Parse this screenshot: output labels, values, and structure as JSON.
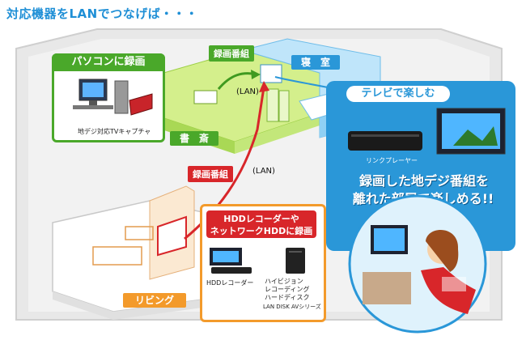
{
  "title": "対応機器をLANでつなげば・・・",
  "pc_box": {
    "heading": "パソコンに録画",
    "caption": "地デジ対応TVキャプチャ"
  },
  "study": {
    "label": "書　斎"
  },
  "bedroom": {
    "label": "寝　室"
  },
  "recording_tag_top": "録画番組",
  "recording_tag_mid": "録画番組",
  "lan_top": "(LAN)",
  "lan_mid": "(LAN)",
  "tv_box": {
    "heading": "テレビで楽しむ",
    "device": "リンクプレーヤー",
    "headline_line1": "録画した地デジ番組を",
    "headline_line2": "離れた部屋で楽しめる!!"
  },
  "hdd_box": {
    "heading_line1": "HDDレコーダーや",
    "heading_line2": "ネットワークHDDに録画",
    "recorder_label": "HDDレコーダー",
    "nas_line1": "ハイビジョン",
    "nas_line2": "レコーディング",
    "nas_line3": "ハードディスク",
    "nas_line4": "LAN DISK AVシリーズ"
  },
  "living": {
    "label": "リビング"
  },
  "colors": {
    "title_blue": "#1f8fd6",
    "green": "#4aa82a",
    "blue": "#2a97d8",
    "red": "#d8262a",
    "orange": "#f39a2b"
  }
}
